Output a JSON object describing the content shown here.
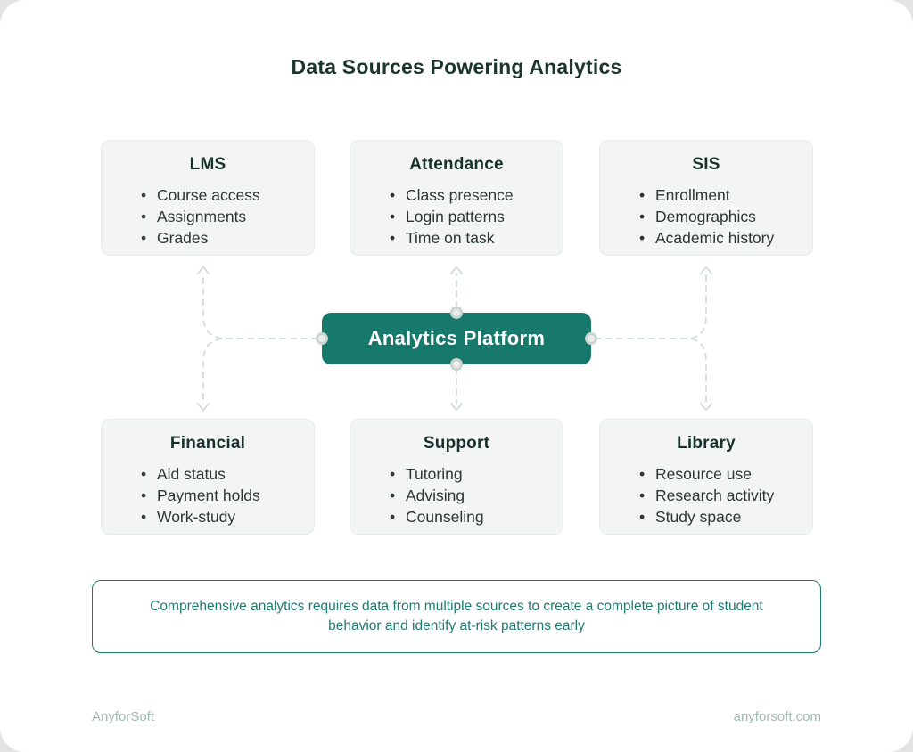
{
  "title": "Data Sources Powering Analytics",
  "platform": {
    "label": "Analytics Platform"
  },
  "boxes": [
    {
      "id": "lms",
      "title": "LMS",
      "items": [
        "Course access",
        "Assignments",
        "Grades"
      ]
    },
    {
      "id": "attendance",
      "title": "Attendance",
      "items": [
        "Class presence",
        "Login patterns",
        "Time on task"
      ]
    },
    {
      "id": "sis",
      "title": "SIS",
      "items": [
        "Enrollment",
        "Demographics",
        "Academic history"
      ]
    },
    {
      "id": "financial",
      "title": "Financial",
      "items": [
        "Aid status",
        "Payment holds",
        "Work-study"
      ]
    },
    {
      "id": "support",
      "title": "Support",
      "items": [
        "Tutoring",
        "Advising",
        "Counseling"
      ]
    },
    {
      "id": "library",
      "title": "Library",
      "items": [
        "Resource use",
        "Research activity",
        "Study space"
      ]
    }
  ],
  "note": "Comprehensive analytics requires data from multiple sources to create a complete picture of student behavior and identify at-risk patterns early",
  "footer": {
    "brand": "AnyforSoft",
    "website": "anyforsoft.com"
  },
  "colors": {
    "accent": "#17796c",
    "note_text": "#1e7b6f",
    "connector_line": "#d3ddda",
    "box_background": "#f2f5f4",
    "title_text": "#1c352f",
    "footer_text": "#9fbbb3",
    "page_background": "#ffffff"
  }
}
